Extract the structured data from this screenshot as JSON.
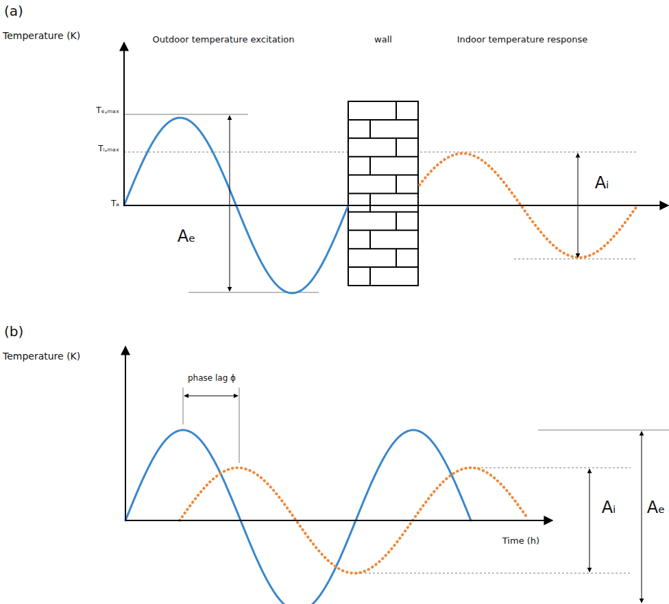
{
  "diagram": {
    "labels": [
      "(a)",
      "Temperature (K)",
      "Outdoor temperature excitation",
      "wall",
      "Indoor temperature response",
      "Tₑ,ₘₐₓ",
      "Tᵢ,ₘₐₓ",
      "Tₐ",
      "Aₑ",
      "Aᵢ",
      "(b)",
      "Temperature (K)",
      "phase lag ϕ",
      "Aᵢ",
      "Aₑ",
      "Time (h)"
    ]
  }
}
